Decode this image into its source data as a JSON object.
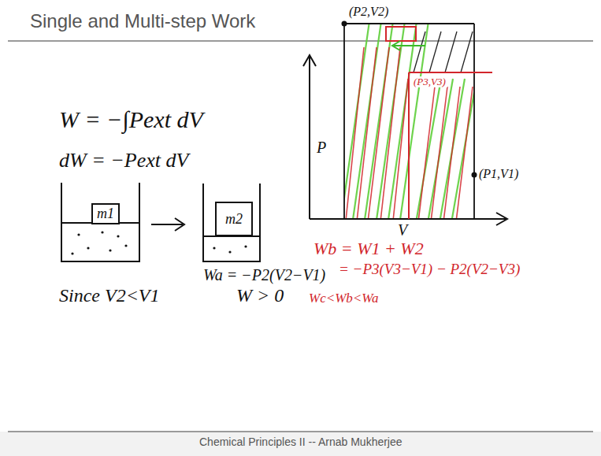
{
  "diagram": {
    "title": "Single and Multi-step Work",
    "caption": "Chemical Principles II -- Arnab Mukherjee",
    "nodes": [
      {
        "text": [
          "m1"
        ]
      },
      {
        "text": [
          "m2"
        ]
      }
    ],
    "labels": [
      "W = −∫Pext dV",
      "dW = −Pext dV",
      "P",
      "V",
      "(P2,V2)",
      "(P3,V3)",
      "(P1,V1)",
      "Wa = −P2(V2−V1)",
      "Since V2<V1",
      "W > 0",
      "Wb = W1 + W2",
      "= −P3(V3−V1) − P2(V2−V3)",
      "Wc<Wb<Wa"
    ]
  }
}
